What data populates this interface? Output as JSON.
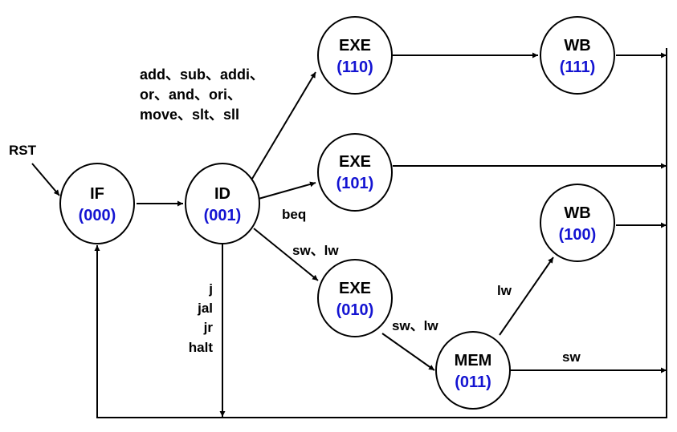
{
  "states": {
    "if": {
      "name": "IF",
      "code": "(000)"
    },
    "id": {
      "name": "ID",
      "code": "(001)"
    },
    "exe110": {
      "name": "EXE",
      "code": "(110)"
    },
    "exe101": {
      "name": "EXE",
      "code": "(101)"
    },
    "exe010": {
      "name": "EXE",
      "code": "(010)"
    },
    "mem011": {
      "name": "MEM",
      "code": "(011)"
    },
    "wb111": {
      "name": "WB",
      "code": "(111)"
    },
    "wb100": {
      "name": "WB",
      "code": "(100)"
    }
  },
  "labels": {
    "rst": "RST",
    "alu_line1": "add、sub、addi、",
    "alu_line2": "or、and、ori、",
    "alu_line3": "move、slt、sll",
    "beq": "beq",
    "sw_lw_1": "sw、lw",
    "sw_lw_2": "sw、lw",
    "lw": "lw",
    "sw": "sw",
    "jump_j": "j",
    "jump_jal": "jal",
    "jump_jr": "jr",
    "jump_halt": "halt"
  },
  "colors": {
    "state_code": "#1414d2",
    "stroke": "#000000"
  }
}
